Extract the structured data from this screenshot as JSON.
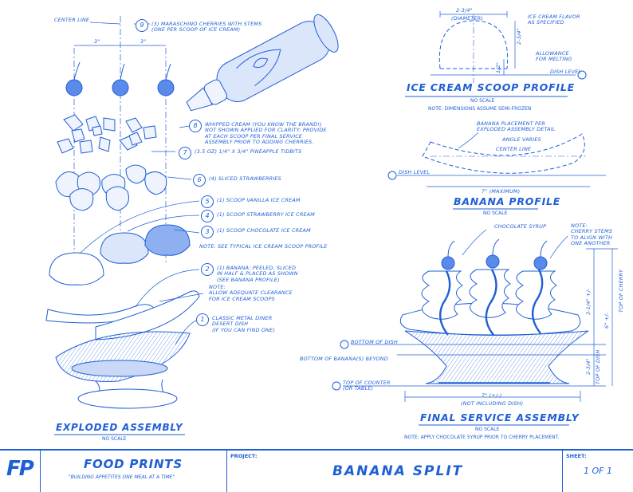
{
  "exploded": {
    "title": "EXPLODED ASSEMBLY",
    "scale": "NO SCALE",
    "center_line": "CENTER LINE",
    "dim_left": "3\"",
    "dim_right": "3\"",
    "callouts": [
      {
        "n": "9",
        "text": "(3) MARASCHINO CHERRIES WITH STEMS\n(ONE PER SCOOP OF ICE CREAM)"
      },
      {
        "n": "8",
        "text": "WHIPPED CREAM (YOU KNOW THE BRAND!)\nNOT SHOWN APPLIED FOR CLARITY: PROVIDE\nAT EACH SCOOP PER FINAL SERVICE\nASSEMBLY PRIOR TO ADDING CHERRIES."
      },
      {
        "n": "7",
        "text": "(3.5 OZ) 1/4\" X 3/4\" PINEAPPLE TIDBITS"
      },
      {
        "n": "6",
        "text": "(4) SLICED STRAWBERRIES"
      },
      {
        "n": "5",
        "text": "(1) SCOOP VANILLA ICE CREAM"
      },
      {
        "n": "4",
        "text": "(1) SCOOP STRAWBERRY ICE CREAM"
      },
      {
        "n": "3",
        "text": "(1) SCOOP CHOCOLATE ICE CREAM"
      },
      {
        "n": "2",
        "text": "(1) BANANA: PEELED, SLICED\nIN HALF & PLACED AS SHOWN\n(SEE BANANA PROFILE)"
      },
      {
        "n": "1",
        "text": "CLASSIC METAL DINER\nDESERT DISH\n(IF YOU CAN FIND ONE)"
      }
    ],
    "note_scoop": "NOTE: SEE TYPICAL ICE CREAM SCOOP PROFILE",
    "note_clearance": "NOTE:\nALLOW ADEQUATE CLEARANCE\nFOR ICE CREAM SCOOPS"
  },
  "scoop_profile": {
    "title": "ICE CREAM SCOOP PROFILE",
    "scale": "NO SCALE",
    "note": "NOTE: DIMENSIONS ASSUME SEMI-FROZEN",
    "dim_diameter": "2-3/4\"",
    "dim_diameter_label": "(DIAMETER)",
    "flavor": "ICE CREAM FLAVOR\nAS SPECIFIED",
    "dim_height": "2-3/4\"",
    "dim_allow": "1/2\"",
    "allowance": "ALLOWANCE\nFOR MELTING",
    "dish_level": "DISH LEVEL"
  },
  "banana_profile": {
    "title": "BANANA PROFILE",
    "scale": "NO SCALE",
    "placement": "BANANA PLACEMENT PER\nEXPLODED ASSEMBLY DETAIL",
    "angle": "ANGLE VARIES",
    "center_line": "CENTER LINE",
    "dish_level": "DISH LEVEL",
    "dim": "7\" (MAXIMUM)"
  },
  "final": {
    "title": "FINAL SERVICE ASSEMBLY",
    "scale": "NO SCALE",
    "syrup": "CHOCOLATE SYRUP",
    "note_stems": "NOTE:\nCHERRY STEMS\nTO ALIGN WITH\nONE ANOTHER",
    "bottom_dish": "BOTTOM OF DISH",
    "bottom_banana": "BOTTOM OF BANANA(S) BEYOND",
    "top_counter": "TOP OF COUNTER\n(OR TABLE)",
    "dim_width": "7\" (+/-)",
    "dim_width_note": "(NOT INCLUDING DISH)",
    "dim_upper": "3-1/4\" +/-",
    "dim_lower": "2-3/4\"",
    "dim_total": "6\" +/-",
    "top_cherry": "TOP OF CHERRY",
    "top_dish": "TOP OF DISH",
    "note_syrup": "NOTE: APPLY CHOCOLATE SYRUP PRIOR TO CHERRY PLACEMENT."
  },
  "titleblock": {
    "logo": "FP",
    "company": "FOOD PRINTS",
    "slogan": "\"BUILDING APPETITES ONE MEAL AT A TIME\"",
    "project_label": "PROJECT:",
    "project": "BANANA SPLIT",
    "sheet_label": "SHEET:",
    "sheet": "1 OF 1"
  },
  "colors": {
    "line": "#1f5fd6",
    "fill": "#c9d8f7",
    "fill_dark": "#5b8bea"
  }
}
